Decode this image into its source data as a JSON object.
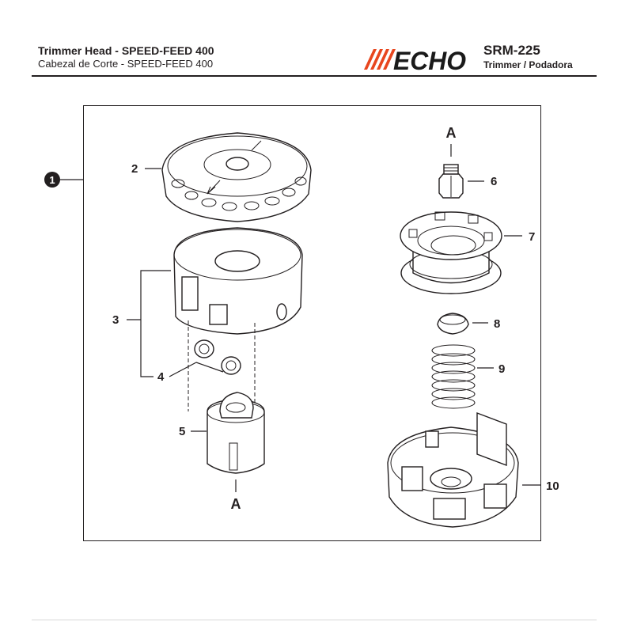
{
  "header": {
    "title": "Trimmer Head - SPEED-FEED 400",
    "subtitle": "Cabezal de Corte - SPEED-FEED 400",
    "brand": "ECHO",
    "model": "SRM-225",
    "model_subtitle": "Trimmer / Podadora",
    "brand_color": "#e8461e"
  },
  "diagram": {
    "assembly_label": "1",
    "callouts": {
      "p2": "2",
      "p3": "3",
      "p4": "4",
      "p5": "5",
      "p6": "6",
      "p7": "7",
      "p8": "8",
      "p9": "9",
      "p10": "10"
    },
    "ref_top": "A",
    "ref_bottom": "A"
  }
}
